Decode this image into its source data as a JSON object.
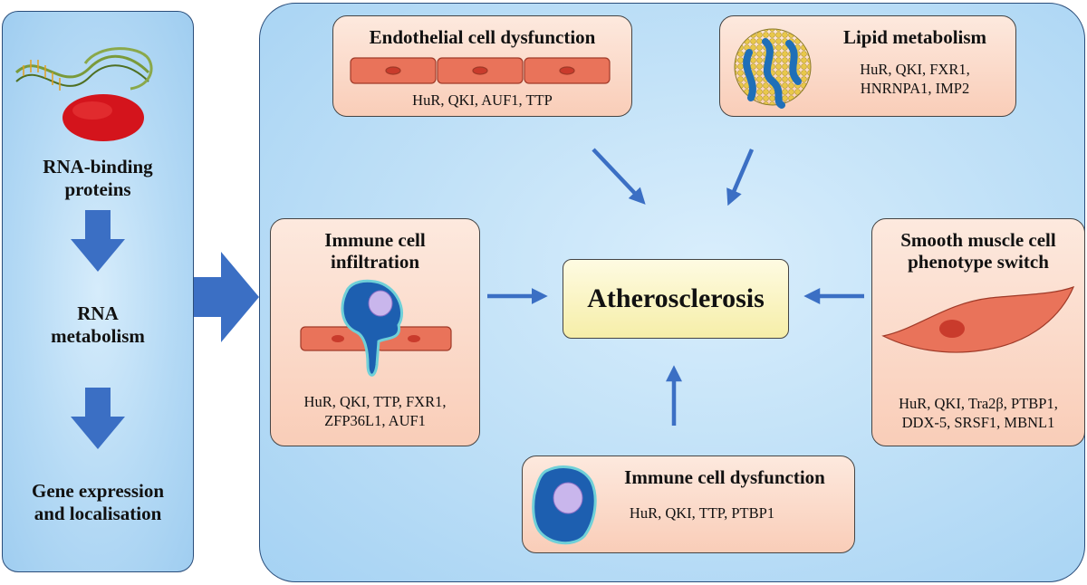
{
  "left_panel": {
    "label_rbp": "RNA-binding proteins",
    "label_rbp_line1": "RNA-binding",
    "label_rbp_line2": "proteins",
    "label_metabolism_line1": "RNA",
    "label_metabolism_line2": "metabolism",
    "label_gene_line1": "Gene expression",
    "label_gene_line2": "and localisation"
  },
  "center": {
    "label": "Atherosclerosis"
  },
  "boxes": {
    "endothelial": {
      "title": "Endothelial cell dysfunction",
      "genes": "HuR, QKI, AUF1, TTP"
    },
    "lipid": {
      "title": "Lipid metabolism",
      "genes_line1": "HuR, QKI, FXR1,",
      "genes_line2": "HNRNPA1, IMP2"
    },
    "immune_infiltration": {
      "title_line1": "Immune cell",
      "title_line2": "infiltration",
      "genes_line1": "HuR, QKI, TTP, FXR1,",
      "genes_line2": "ZFP36L1, AUF1"
    },
    "smooth_muscle": {
      "title_line1": "Smooth muscle cell",
      "title_line2": "phenotype switch",
      "genes_line1": "HuR, QKI, Tra2β, PTBP1,",
      "genes_line2": "DDX-5, SRSF1, MBNL1"
    },
    "immune_dysfunction": {
      "title": "Immune cell dysfunction",
      "genes": "HuR, QKI, TTP, PTBP1"
    }
  },
  "colors": {
    "arrow": "#3b6fc4",
    "box_fill": "#f9cdb8",
    "center_fill": "#f6eea8",
    "panel_fill": "#bfe0f7"
  }
}
